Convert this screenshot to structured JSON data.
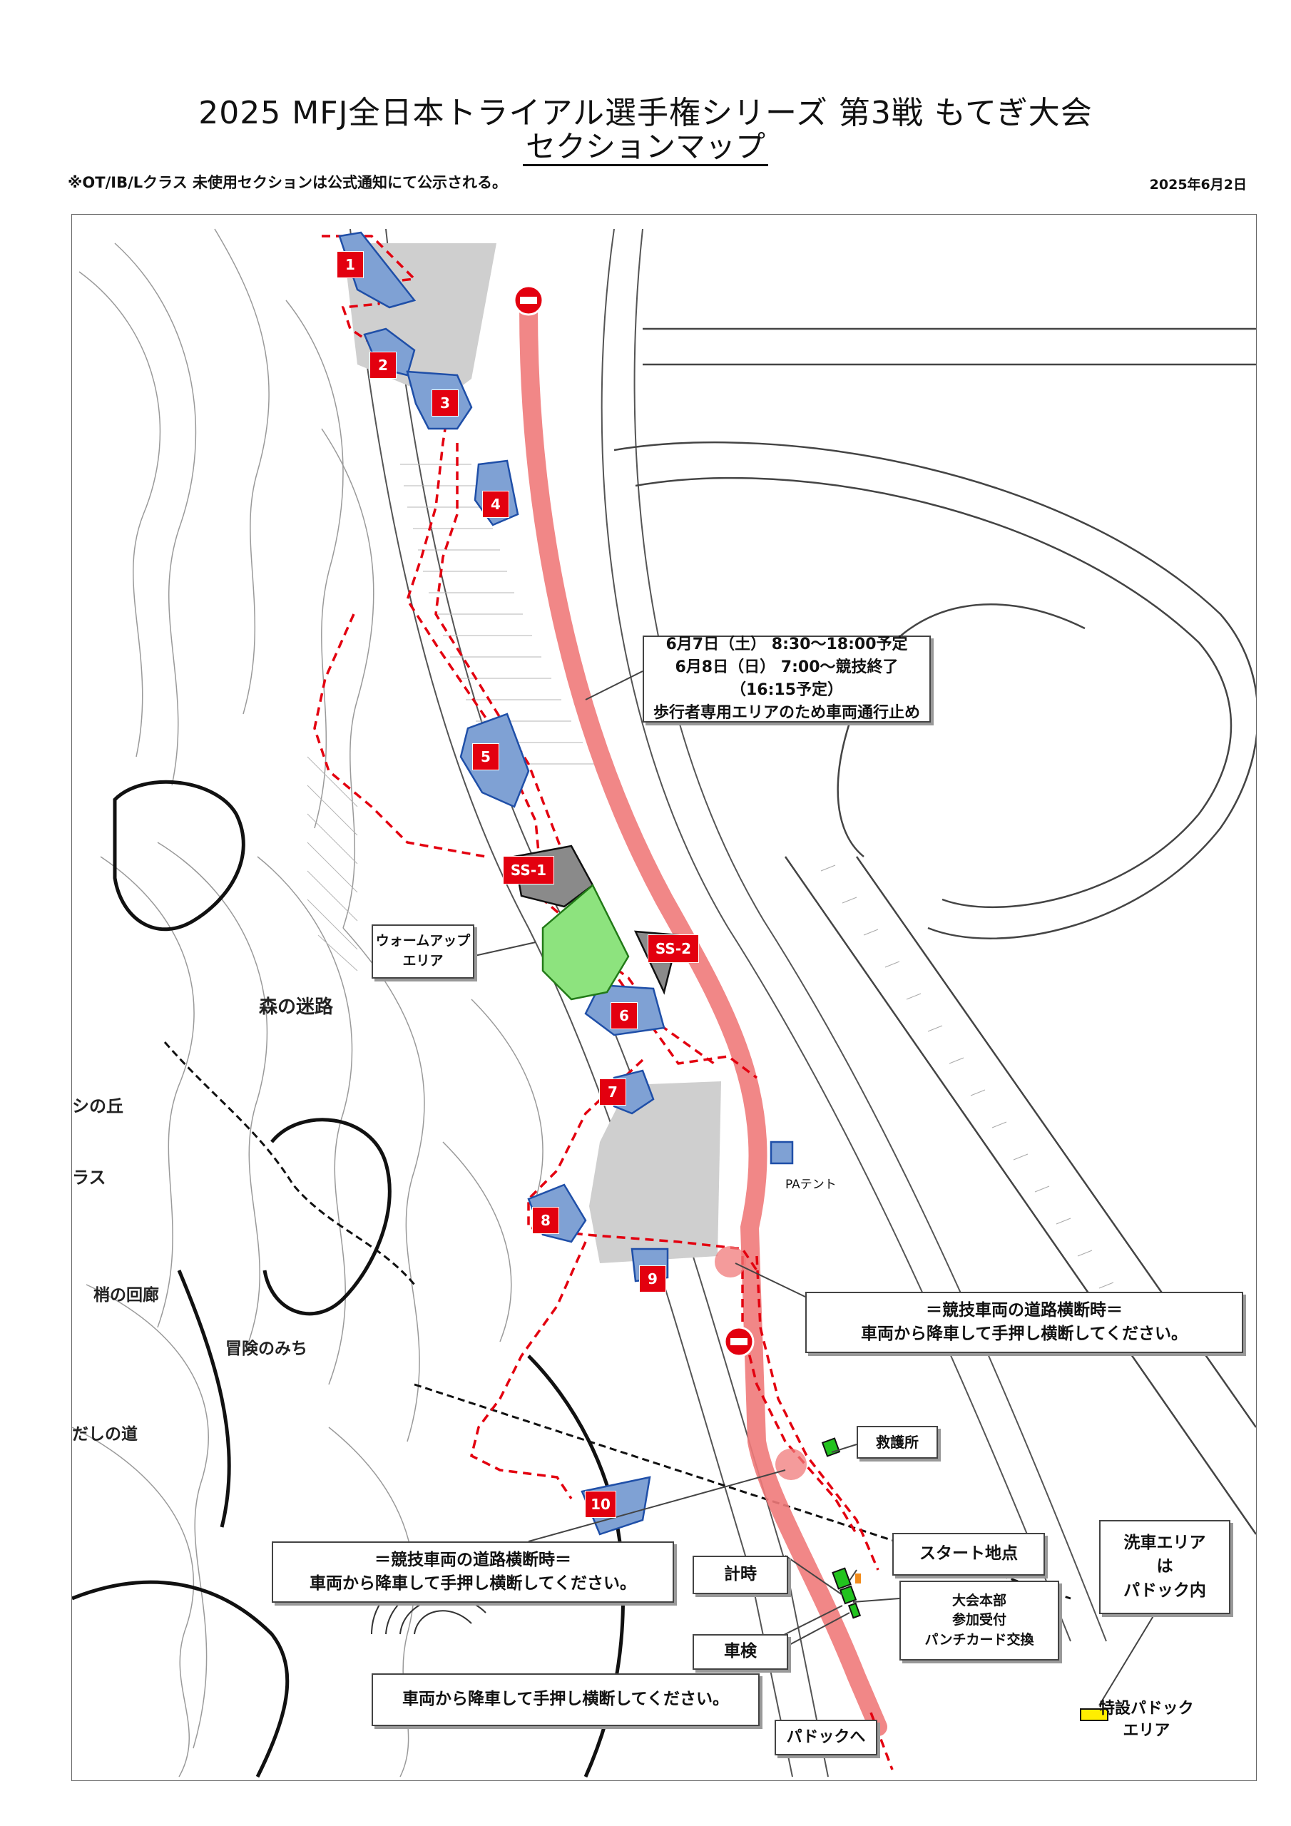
{
  "header": {
    "title": "2025 MFJ全日本トライアル選手権シリーズ 第3戦 もてぎ大会",
    "subtitle": "セクションマップ",
    "note": "※OT/IB/Lクラス 未使用セクションは公式通知にて公示される。",
    "date": "2025年6月2日"
  },
  "sections": [
    {
      "label": "1"
    },
    {
      "label": "2"
    },
    {
      "label": "3"
    },
    {
      "label": "4"
    },
    {
      "label": "5"
    },
    {
      "label": "6"
    },
    {
      "label": "7"
    },
    {
      "label": "8"
    },
    {
      "label": "9"
    },
    {
      "label": "10"
    }
  ],
  "special_sections": [
    {
      "label": "SS-1"
    },
    {
      "label": "SS-2"
    }
  ],
  "callouts": {
    "closure": {
      "line1": "6月7日（土） 8:30〜18:00予定",
      "line2": "6月8日（日） 7:00〜競技終了（16:15予定）",
      "line3": "歩行者専用エリアのため車両通行止め"
    },
    "warmup": {
      "line1": "ウォームアップ",
      "line2": "エリア"
    },
    "crossing_right": {
      "line1": "＝競技車両の道路横断時＝",
      "line2": "車両から降車して手押し横断してください。"
    },
    "crossing_left": {
      "line1": "＝競技車両の道路横断時＝",
      "line2": "車両から降車して手押し横断してください。"
    },
    "crossing_bottom": {
      "line1": "車両から降車して手押し横断してください。"
    },
    "first_aid": "救護所",
    "start": "スタート地点",
    "timing": "計時",
    "inspection": "車検",
    "hq": {
      "line1": "大会本部",
      "line2": "参加受付",
      "line3": "パンチカード交換"
    },
    "to_paddock": "パドックへ",
    "wash": {
      "line1": "洗車エリア",
      "line2": "は",
      "line3": "パドック内"
    }
  },
  "labels": {
    "pa_tent": "PAテント",
    "special_paddock_line1": "特設パドック",
    "special_paddock_line2": "エリア",
    "forest_maze": "森の迷路",
    "cloud_corridor": "梢の回廊",
    "adventure_path": "冒険のみち",
    "shinooka": "シの丘",
    "dashinomichi": "だしの道",
    "ras": "ラス"
  },
  "colors": {
    "section_fill": "#7fa1d4",
    "section_stroke": "#1f4fa8",
    "special_fill": "#8a8a8a",
    "warmup_fill": "#8de37e",
    "route": "#e3000f",
    "closed_road": "#f07a7a",
    "marker": "#e3000f",
    "gray_area": "#cfcfcf",
    "first_aid_green": "#22c31e",
    "paddock_yellow": "#ffee00"
  },
  "icons": [
    "no-entry-icon",
    "crossing-circle-icon"
  ]
}
